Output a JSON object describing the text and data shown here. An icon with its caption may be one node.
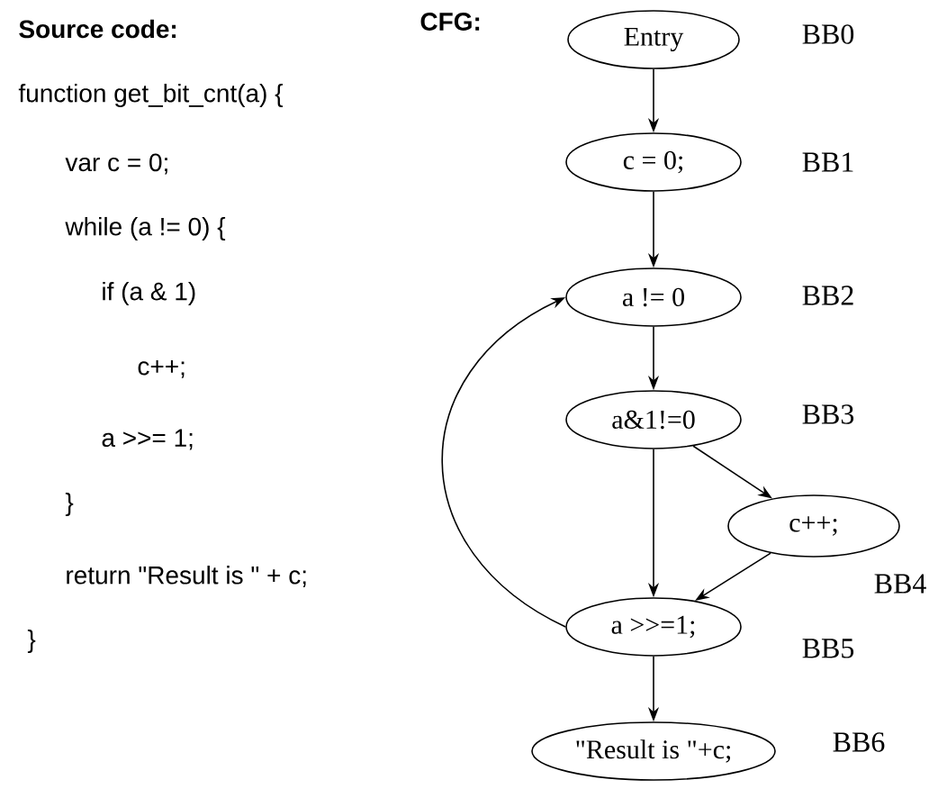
{
  "diagram": {
    "nodes": [
      {
        "text": [
          "Entry"
        ],
        "beside": [
          "BB0"
        ]
      },
      {
        "text": [
          "c = 0;"
        ],
        "beside": [
          "BB1"
        ]
      },
      {
        "text": [
          "a != 0"
        ],
        "beside": [
          "BB2"
        ]
      },
      {
        "text": [
          "a&1!=0"
        ],
        "beside": [
          "BB3"
        ]
      },
      {
        "text": [
          "c++;"
        ],
        "beside": [
          "BB4"
        ]
      },
      {
        "text": [
          "a >>=1;"
        ],
        "beside": [
          "BB5"
        ]
      },
      {
        "text": [
          "\"Result is \"+c;"
        ],
        "beside": [
          "BB6"
        ]
      }
    ],
    "edges": [
      {
        "from": 0,
        "to": 1,
        "arrow": "to"
      },
      {
        "from": 1,
        "to": 2,
        "arrow": "to"
      },
      {
        "from": 2,
        "to": 3,
        "arrow": "to"
      },
      {
        "from": 3,
        "to": 5,
        "arrow": "to"
      },
      {
        "from": 3,
        "to": 4,
        "arrow": "to"
      },
      {
        "from": 4,
        "to": 5,
        "arrow": "to"
      },
      {
        "from": 5,
        "to": 2,
        "arrow": "to"
      },
      {
        "from": 5,
        "to": 6,
        "arrow": "to"
      }
    ],
    "labels": [
      "Source code:",
      "CFG:",
      "function get_bit_cnt(a) {",
      "var c = 0;",
      "while (a != 0) {",
      "if (a & 1)",
      "c++;",
      "a >>= 1;",
      "}",
      "return \"Result is \" + c;",
      "}"
    ]
  }
}
